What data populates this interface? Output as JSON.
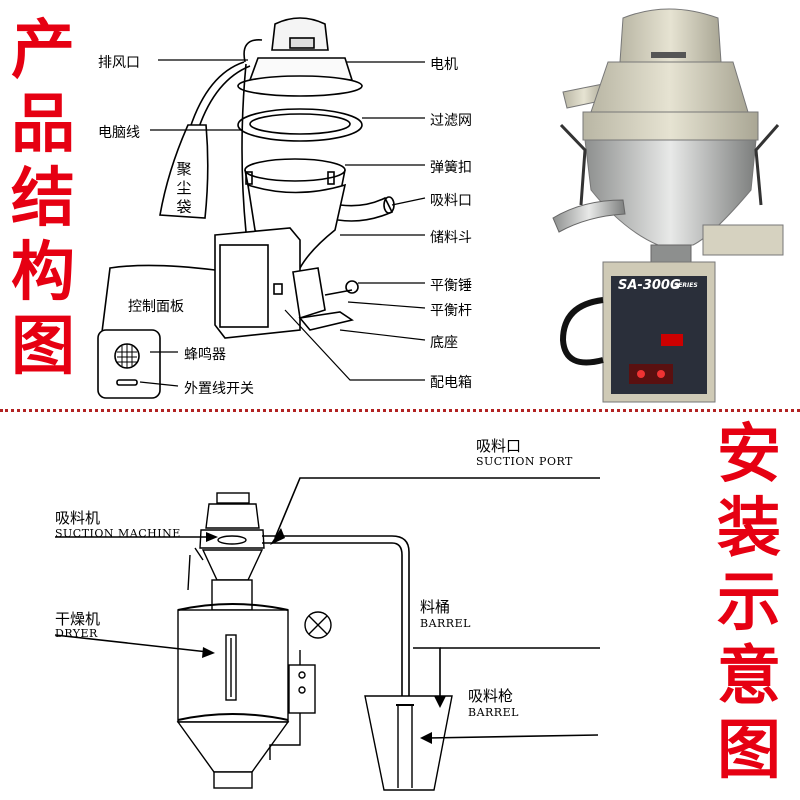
{
  "titles": {
    "structure": [
      "产",
      "品",
      "结",
      "构",
      "图"
    ],
    "install": [
      "安",
      "装",
      "示",
      "意",
      "图"
    ]
  },
  "structure_labels": {
    "exhaust": "排风口",
    "motor": "电机",
    "computer_cable": "电脑线",
    "filter": "过滤网",
    "dust_bag": "聚尘袋",
    "spring_buckle": "弹簧扣",
    "suction_inlet": "吸料口",
    "hopper": "储料斗",
    "counterweight": "平衡锤",
    "control_panel": "控制面板",
    "balance_rod": "平衡杆",
    "base": "底座",
    "buzzer": "蜂鸣器",
    "distribution_box": "配电箱",
    "external_switch": "外置线开关"
  },
  "install_labels": {
    "suction_port_cn": "吸料口",
    "suction_port_en": "SUCTION PORT",
    "suction_machine_cn": "吸料机",
    "suction_machine_en": "SUCTION MACHINE",
    "dryer_cn": "干燥机",
    "dryer_en": "DRYER",
    "barrel_cn": "料桶",
    "barrel_en": "BARREL",
    "gun_cn": "吸料枪",
    "gun_en": "BARREL"
  },
  "photo": {
    "model": "SA-300G",
    "series": "SERIES"
  },
  "colors": {
    "title_red": "#e60012",
    "divider": "#b22222"
  }
}
